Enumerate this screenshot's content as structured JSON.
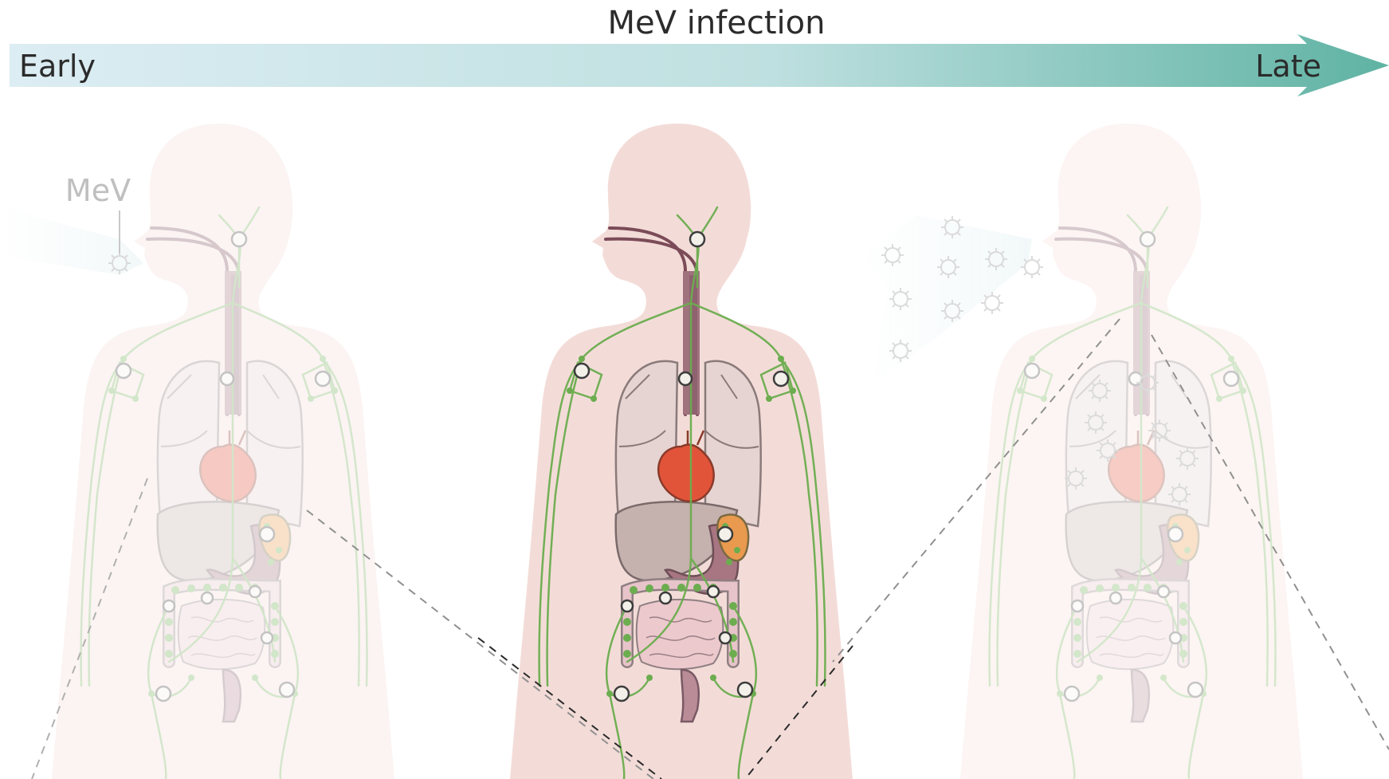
{
  "title": "MeV infection",
  "arrow": {
    "start_label": "Early",
    "end_label": "Late",
    "gradient_start": "#dcedf3",
    "gradient_end": "#5fb3a3"
  },
  "virus_label": "MeV",
  "colors": {
    "body": "#f3dcd8",
    "lymph": "#6cad4f",
    "heart": "#e2543a",
    "lungs": "#e6d6d4",
    "liver": "#c9b6b3",
    "stomach": "#b07f8c",
    "intestine": "#e8c2c8",
    "spleen": "#e99a4e",
    "trachea": "#8a5a68",
    "node_fill": "#f3f0ea"
  },
  "panels": [
    {
      "id": "early",
      "opacity": 0.3
    },
    {
      "id": "middle",
      "opacity": 1
    },
    {
      "id": "late",
      "opacity": 0.3
    }
  ]
}
